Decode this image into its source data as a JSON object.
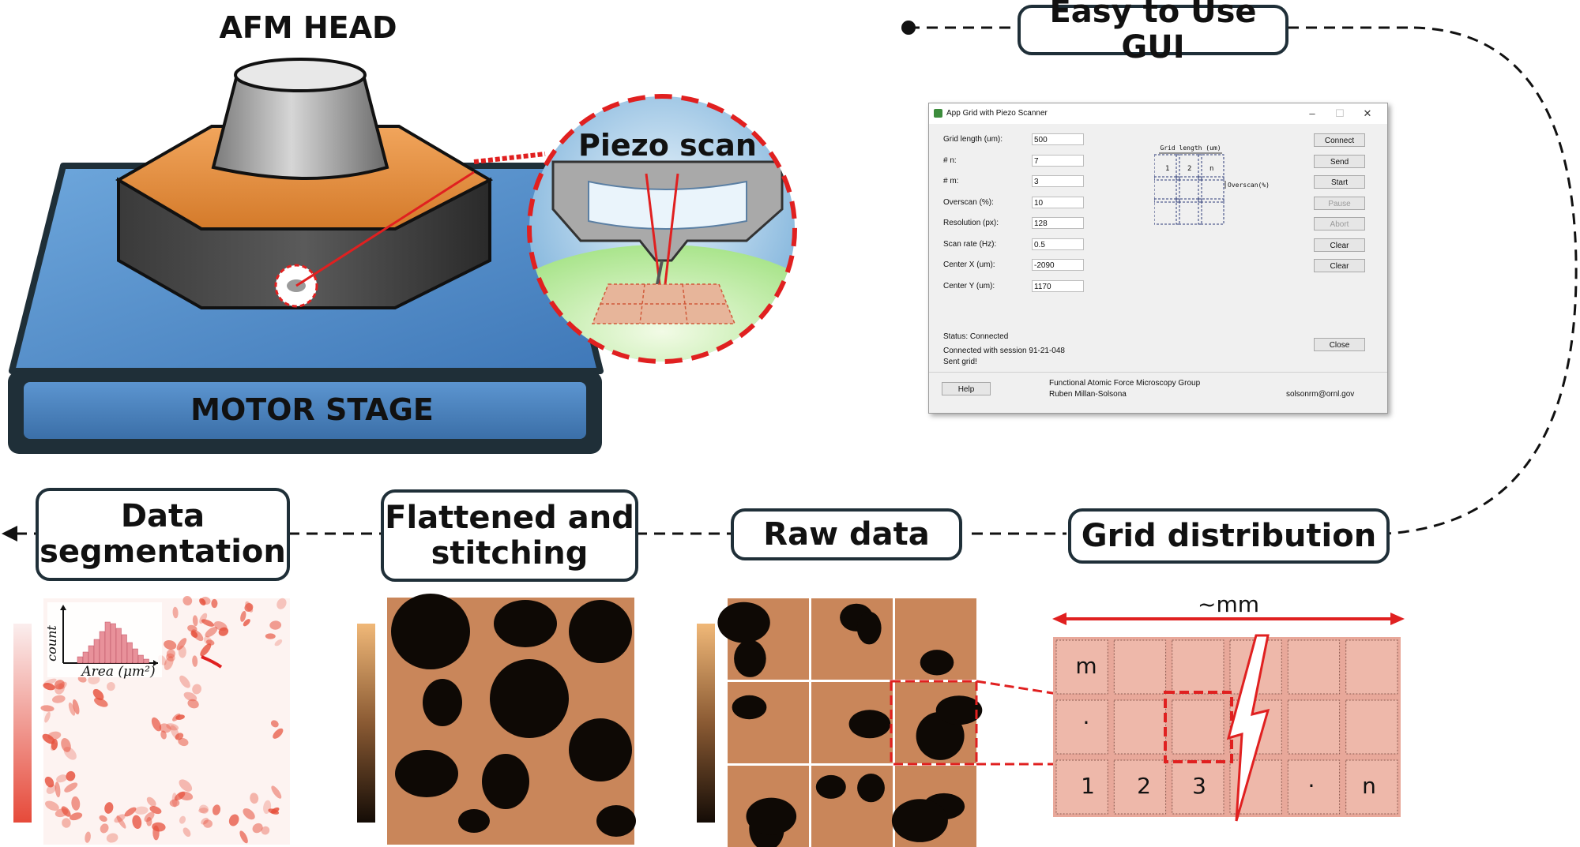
{
  "header": {
    "afm_head": "AFM HEAD",
    "motor_stage": "MOTOR STAGE",
    "piezo_scan": "Piezo scan",
    "easy_gui": "Easy to Use GUI"
  },
  "pipeline": {
    "data_segmentation_line1": "Data",
    "data_segmentation_line2": "segmentation",
    "flattened_line1": "Flattened and",
    "flattened_line2": "stitching",
    "raw_data": "Raw data",
    "grid_distribution": "Grid distribution"
  },
  "grid_diagram": {
    "scale_label": "~mm",
    "row_label_m": "m",
    "row_label_dot": "·",
    "col_labels": [
      "1",
      "2",
      "3",
      "·",
      "n"
    ]
  },
  "histogram": {
    "ylabel": "count",
    "xlabel": "Area (μm²)"
  },
  "gui": {
    "window_title": "App Grid with Piezo Scanner",
    "fields": [
      {
        "label": "Grid length (um):",
        "value": "500"
      },
      {
        "label": "# n:",
        "value": "7"
      },
      {
        "label": "# m:",
        "value": "3"
      },
      {
        "label": "Overscan (%):",
        "value": "10"
      },
      {
        "label": "Resolution (px):",
        "value": "128"
      },
      {
        "label": "Scan rate (Hz):",
        "value": "0.5"
      },
      {
        "label": "Center X (um):",
        "value": "-2090"
      },
      {
        "label": "Center Y (um):",
        "value": "1170"
      }
    ],
    "buttons": [
      "Connect",
      "Send",
      "Start",
      "Pause",
      "Abort",
      "Clear",
      "Clear"
    ],
    "close_button": "Close",
    "help_button": "Help",
    "schematic_title": "Grid length (um)",
    "schematic_overscan": "Overscan(%)",
    "schematic_cells": [
      "1",
      "2",
      "n"
    ],
    "status": "Status: Connected",
    "session": "Connected with session 91-21-048",
    "sent": "Sent grid!",
    "group": "Functional Atomic Force Microscopy Group",
    "author": "Ruben Millan-Solsona",
    "email": "solsonrm@ornl.gov"
  },
  "colors": {
    "orange": "#e58a3c",
    "stage_blue": "#4a86c8",
    "stage_dark": "#1f2f38",
    "grid_fill": "#e8a89a",
    "red_dash": "#e02020",
    "afm_copper": "#d9956b"
  }
}
